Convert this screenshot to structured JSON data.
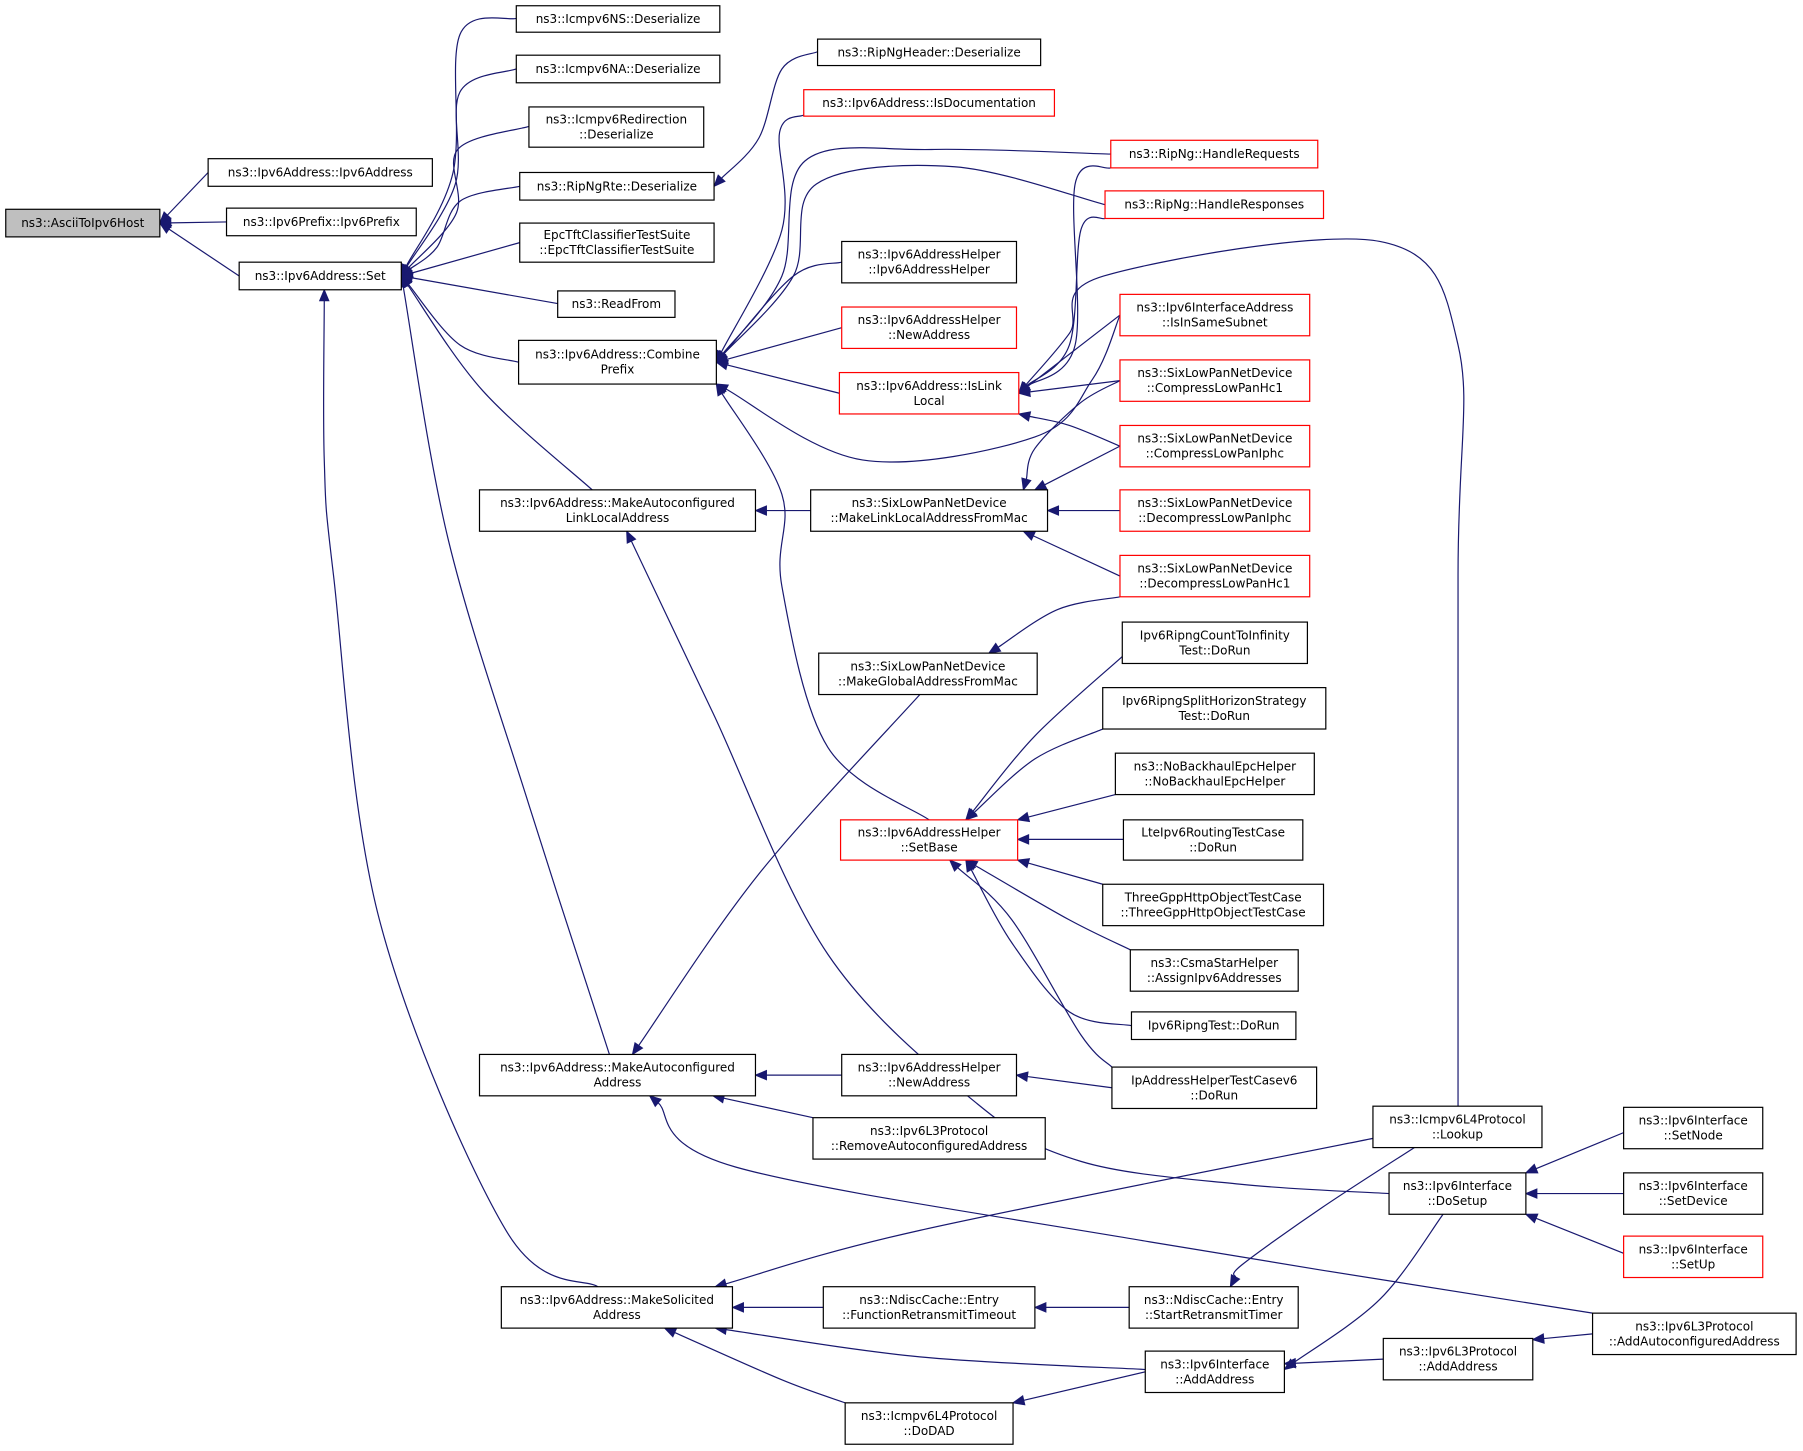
{
  "title": "",
  "colors": {
    "edge": "#191970",
    "node_border_default": "#000000",
    "node_border_truncated": "#ff0000",
    "root_fill": "#bfbfbf",
    "node_fill": "#ffffff"
  },
  "nodes": [
    {
      "id": "n0",
      "lines": [
        "ns3::AsciiToIpv6Host"
      ],
      "style": "root"
    },
    {
      "id": "n1",
      "lines": [
        "ns3::Ipv6Address::Ipv6Address"
      ],
      "style": "normal"
    },
    {
      "id": "n2",
      "lines": [
        "ns3::Ipv6Prefix::Ipv6Prefix"
      ],
      "style": "normal"
    },
    {
      "id": "n3",
      "lines": [
        "ns3::Ipv6Address::Set"
      ],
      "style": "normal"
    },
    {
      "id": "n4",
      "lines": [
        "ns3::Icmpv6NS::Deserialize"
      ],
      "style": "normal"
    },
    {
      "id": "n5",
      "lines": [
        "ns3::Icmpv6NA::Deserialize"
      ],
      "style": "normal"
    },
    {
      "id": "n6",
      "lines": [
        "ns3::Icmpv6Redirection",
        "::Deserialize"
      ],
      "style": "normal"
    },
    {
      "id": "n7",
      "lines": [
        "ns3::RipNgRte::Deserialize"
      ],
      "style": "normal"
    },
    {
      "id": "n8",
      "lines": [
        "EpcTftClassifierTestSuite",
        "::EpcTftClassifierTestSuite"
      ],
      "style": "normal"
    },
    {
      "id": "n9",
      "lines": [
        "ns3::ReadFrom"
      ],
      "style": "normal"
    },
    {
      "id": "n10",
      "lines": [
        "ns3::Ipv6Address::Combine",
        "Prefix"
      ],
      "style": "normal"
    },
    {
      "id": "n11",
      "lines": [
        "ns3::Ipv6Address::MakeAutoconfigured",
        "LinkLocalAddress"
      ],
      "style": "normal"
    },
    {
      "id": "n12",
      "lines": [
        "ns3::Ipv6Address::MakeAutoconfigured",
        "Address"
      ],
      "style": "normal"
    },
    {
      "id": "n13",
      "lines": [
        "ns3::Ipv6Address::MakeSolicited",
        "Address"
      ],
      "style": "normal"
    },
    {
      "id": "n14",
      "lines": [
        "ns3::RipNgHeader::Deserialize"
      ],
      "style": "normal"
    },
    {
      "id": "n15",
      "lines": [
        "ns3::Ipv6Address::IsDocumentation"
      ],
      "style": "truncated"
    },
    {
      "id": "n16",
      "lines": [
        "ns3::Ipv6AddressHelper",
        "::Ipv6AddressHelper"
      ],
      "style": "normal"
    },
    {
      "id": "n17",
      "lines": [
        "ns3::Ipv6AddressHelper",
        "::NewAddress"
      ],
      "style": "truncated"
    },
    {
      "id": "n18",
      "lines": [
        "ns3::Ipv6Address::IsLink",
        "Local"
      ],
      "style": "truncated"
    },
    {
      "id": "n19",
      "lines": [
        "ns3::SixLowPanNetDevice",
        "::MakeLinkLocalAddressFromMac"
      ],
      "style": "normal"
    },
    {
      "id": "n20",
      "lines": [
        "ns3::SixLowPanNetDevice",
        "::MakeGlobalAddressFromMac"
      ],
      "style": "normal"
    },
    {
      "id": "n21",
      "lines": [
        "ns3::Ipv6AddressHelper",
        "::SetBase"
      ],
      "style": "truncated"
    },
    {
      "id": "n22",
      "lines": [
        "ns3::Ipv6AddressHelper",
        "::NewAddress"
      ],
      "style": "normal"
    },
    {
      "id": "n23",
      "lines": [
        "ns3::Ipv6L3Protocol",
        "::RemoveAutoconfiguredAddress"
      ],
      "style": "normal"
    },
    {
      "id": "n24",
      "lines": [
        "ns3::NdiscCache::Entry",
        "::FunctionRetransmitTimeout"
      ],
      "style": "normal"
    },
    {
      "id": "n25",
      "lines": [
        "ns3::Icmpv6L4Protocol",
        "::DoDAD"
      ],
      "style": "normal"
    },
    {
      "id": "n26",
      "lines": [
        "ns3::RipNg::HandleRequests"
      ],
      "style": "truncated"
    },
    {
      "id": "n27",
      "lines": [
        "ns3::RipNg::HandleResponses"
      ],
      "style": "truncated"
    },
    {
      "id": "n28",
      "lines": [
        "ns3::Ipv6InterfaceAddress",
        "::IsInSameSubnet"
      ],
      "style": "truncated"
    },
    {
      "id": "n29",
      "lines": [
        "ns3::SixLowPanNetDevice",
        "::CompressLowPanHc1"
      ],
      "style": "truncated"
    },
    {
      "id": "n30",
      "lines": [
        "ns3::SixLowPanNetDevice",
        "::CompressLowPanIphc"
      ],
      "style": "truncated"
    },
    {
      "id": "n31",
      "lines": [
        "ns3::SixLowPanNetDevice",
        "::DecompressLowPanIphc"
      ],
      "style": "truncated"
    },
    {
      "id": "n32",
      "lines": [
        "ns3::SixLowPanNetDevice",
        "::DecompressLowPanHc1"
      ],
      "style": "truncated"
    },
    {
      "id": "n33",
      "lines": [
        "Ipv6RipngCountToInfinity",
        "Test::DoRun"
      ],
      "style": "normal"
    },
    {
      "id": "n34",
      "lines": [
        "Ipv6RipngSplitHorizonStrategy",
        "Test::DoRun"
      ],
      "style": "normal"
    },
    {
      "id": "n35",
      "lines": [
        "ns3::NoBackhaulEpcHelper",
        "::NoBackhaulEpcHelper"
      ],
      "style": "normal"
    },
    {
      "id": "n36",
      "lines": [
        "LteIpv6RoutingTestCase",
        "::DoRun"
      ],
      "style": "normal"
    },
    {
      "id": "n37",
      "lines": [
        "ThreeGppHttpObjectTestCase",
        "::ThreeGppHttpObjectTestCase"
      ],
      "style": "normal"
    },
    {
      "id": "n38",
      "lines": [
        "ns3::CsmaStarHelper",
        "::AssignIpv6Addresses"
      ],
      "style": "normal"
    },
    {
      "id": "n39",
      "lines": [
        "Ipv6RipngTest::DoRun"
      ],
      "style": "normal"
    },
    {
      "id": "n40",
      "lines": [
        "IpAddressHelperTestCasev6",
        "::DoRun"
      ],
      "style": "normal"
    },
    {
      "id": "n41",
      "lines": [
        "ns3::NdiscCache::Entry",
        "::StartRetransmitTimer"
      ],
      "style": "normal"
    },
    {
      "id": "n42",
      "lines": [
        "ns3::Ipv6Interface",
        "::AddAddress"
      ],
      "style": "normal"
    },
    {
      "id": "n43",
      "lines": [
        "ns3::Icmpv6L4Protocol",
        "::Lookup"
      ],
      "style": "normal"
    },
    {
      "id": "n44",
      "lines": [
        "ns3::Ipv6Interface",
        "::DoSetup"
      ],
      "style": "normal"
    },
    {
      "id": "n45",
      "lines": [
        "ns3::Ipv6L3Protocol",
        "::AddAddress"
      ],
      "style": "normal"
    },
    {
      "id": "n46",
      "lines": [
        "ns3::Ipv6Interface",
        "::SetNode"
      ],
      "style": "normal"
    },
    {
      "id": "n47",
      "lines": [
        "ns3::Ipv6Interface",
        "::SetDevice"
      ],
      "style": "normal"
    },
    {
      "id": "n48",
      "lines": [
        "ns3::Ipv6Interface",
        "::SetUp"
      ],
      "style": "truncated"
    },
    {
      "id": "n49",
      "lines": [
        "ns3::Ipv6L3Protocol",
        "::AddAutoconfiguredAddress"
      ],
      "style": "normal"
    }
  ],
  "edges": [
    {
      "from": "n1",
      "to": "n0"
    },
    {
      "from": "n2",
      "to": "n0"
    },
    {
      "from": "n3",
      "to": "n0"
    },
    {
      "from": "n4",
      "to": "n3"
    },
    {
      "from": "n5",
      "to": "n3"
    },
    {
      "from": "n6",
      "to": "n3"
    },
    {
      "from": "n7",
      "to": "n3"
    },
    {
      "from": "n8",
      "to": "n3"
    },
    {
      "from": "n9",
      "to": "n3"
    },
    {
      "from": "n10",
      "to": "n3"
    },
    {
      "from": "n11",
      "to": "n3"
    },
    {
      "from": "n12",
      "to": "n3"
    },
    {
      "from": "n13",
      "to": "n3"
    },
    {
      "from": "n14",
      "to": "n7"
    },
    {
      "from": "n15",
      "to": "n10"
    },
    {
      "from": "n26",
      "to": "n10"
    },
    {
      "from": "n27",
      "to": "n10"
    },
    {
      "from": "n16",
      "to": "n10"
    },
    {
      "from": "n17",
      "to": "n10"
    },
    {
      "from": "n18",
      "to": "n10"
    },
    {
      "from": "n28",
      "to": "n10"
    },
    {
      "from": "n21",
      "to": "n10"
    },
    {
      "from": "n26",
      "to": "n18"
    },
    {
      "from": "n27",
      "to": "n18"
    },
    {
      "from": "n43",
      "to": "n18"
    },
    {
      "from": "n28",
      "to": "n18"
    },
    {
      "from": "n29",
      "to": "n18"
    },
    {
      "from": "n30",
      "to": "n18"
    },
    {
      "from": "n19",
      "to": "n11"
    },
    {
      "from": "n44",
      "to": "n11"
    },
    {
      "from": "n29",
      "to": "n19"
    },
    {
      "from": "n30",
      "to": "n19"
    },
    {
      "from": "n31",
      "to": "n19"
    },
    {
      "from": "n32",
      "to": "n19"
    },
    {
      "from": "n32",
      "to": "n20"
    },
    {
      "from": "n33",
      "to": "n21"
    },
    {
      "from": "n34",
      "to": "n21"
    },
    {
      "from": "n35",
      "to": "n21"
    },
    {
      "from": "n36",
      "to": "n21"
    },
    {
      "from": "n37",
      "to": "n21"
    },
    {
      "from": "n38",
      "to": "n21"
    },
    {
      "from": "n39",
      "to": "n21"
    },
    {
      "from": "n40",
      "to": "n21"
    },
    {
      "from": "n20",
      "to": "n12"
    },
    {
      "from": "n22",
      "to": "n12"
    },
    {
      "from": "n23",
      "to": "n12"
    },
    {
      "from": "n49",
      "to": "n12"
    },
    {
      "from": "n40",
      "to": "n22"
    },
    {
      "from": "n43",
      "to": "n13"
    },
    {
      "from": "n24",
      "to": "n13"
    },
    {
      "from": "n42",
      "to": "n13"
    },
    {
      "from": "n25",
      "to": "n13"
    },
    {
      "from": "n41",
      "to": "n24"
    },
    {
      "from": "n43",
      "to": "n41"
    },
    {
      "from": "n44",
      "to": "n42"
    },
    {
      "from": "n45",
      "to": "n42"
    },
    {
      "from": "n42",
      "to": "n25"
    },
    {
      "from": "n46",
      "to": "n44"
    },
    {
      "from": "n47",
      "to": "n44"
    },
    {
      "from": "n48",
      "to": "n44"
    },
    {
      "from": "n49",
      "to": "n45"
    }
  ]
}
